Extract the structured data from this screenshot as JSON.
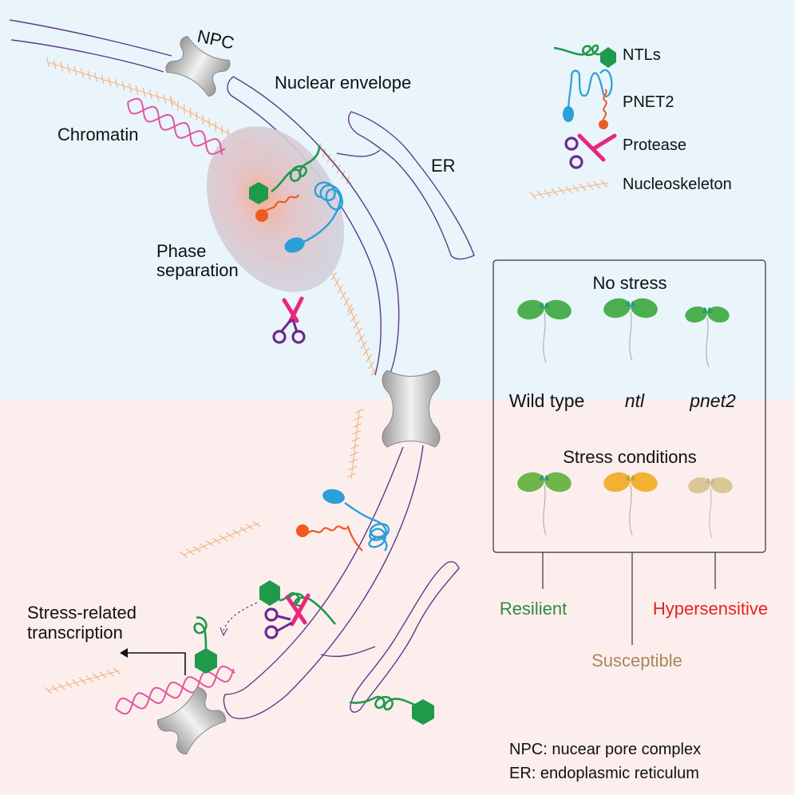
{
  "labels": {
    "npc": "NPC",
    "nuclear_envelope": "Nuclear envelope",
    "er": "ER",
    "chromatin": "Chromatin",
    "phase_line1": "Phase",
    "phase_line2": "separation",
    "stress_line1": "Stress-related",
    "stress_line2": "transcription"
  },
  "legend": {
    "ntls": "NTLs",
    "pnet2": "PNET2",
    "protease": "Protease",
    "nucleoskeleton": "Nucleoskeleton"
  },
  "phenotype_panel": {
    "no_stress": "No stress",
    "stress_conditions": "Stress conditions",
    "genotypes": {
      "wild_type": "Wild type",
      "ntl": "ntl",
      "pnet2": "pnet2"
    }
  },
  "outcomes": {
    "resilient": "Resilient",
    "susceptible": "Susceptible",
    "hypersensitive": "Hypersensitive"
  },
  "footnotes": {
    "npc": "NPC: nucear pore complex",
    "er": "ER: endoplasmic reticulum"
  },
  "colors": {
    "top_background": "#eaf4fb",
    "bottom_background": "#fdeeee",
    "ntl_green": "#1f9a4b",
    "pnet2_blue": "#2a9fd8",
    "pnet2_orange": "#ef5a24",
    "protease_magenta": "#e8287a",
    "protease_purple": "#6a2a8f",
    "nucleoskeleton": "#f0b98a",
    "membrane_purple": "#5a3d86",
    "resilient": "#2f8a3e",
    "susceptible": "#a8885a",
    "hypersensitive": "#e2241e"
  }
}
